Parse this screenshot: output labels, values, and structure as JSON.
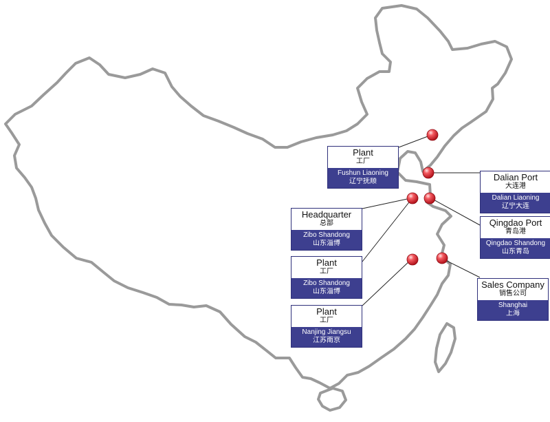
{
  "map": {
    "colors": {
      "outline": "#9a9a9a",
      "marker": "#e0202a",
      "leader": "#222222",
      "band": "#3d3f8f"
    }
  },
  "locations": [
    {
      "title": "Plant",
      "title_cn": "工厂",
      "place": "Fushun Liaoning",
      "place_cn": "辽宁抚顺"
    },
    {
      "title": "Dalian Port",
      "title_cn": "大连港",
      "place": "Dalian Liaoning",
      "place_cn": "辽宁大连"
    },
    {
      "title": "Headquarter",
      "title_cn": "总部",
      "place": "Zibo Shandong",
      "place_cn": "山东淄博"
    },
    {
      "title": "Qingdao Port",
      "title_cn": "青岛港",
      "place": "Qingdao Shandong",
      "place_cn": "山东青岛"
    },
    {
      "title": "Plant",
      "title_cn": "工厂",
      "place": "Zibo Shandong",
      "place_cn": "山东淄博"
    },
    {
      "title": "Sales Company",
      "title_cn": "销售公司",
      "place": "Shanghai",
      "place_cn": "上海"
    },
    {
      "title": "Plant",
      "title_cn": "工厂",
      "place": "Nanjing Jiangsu",
      "place_cn": "江苏南京"
    }
  ]
}
